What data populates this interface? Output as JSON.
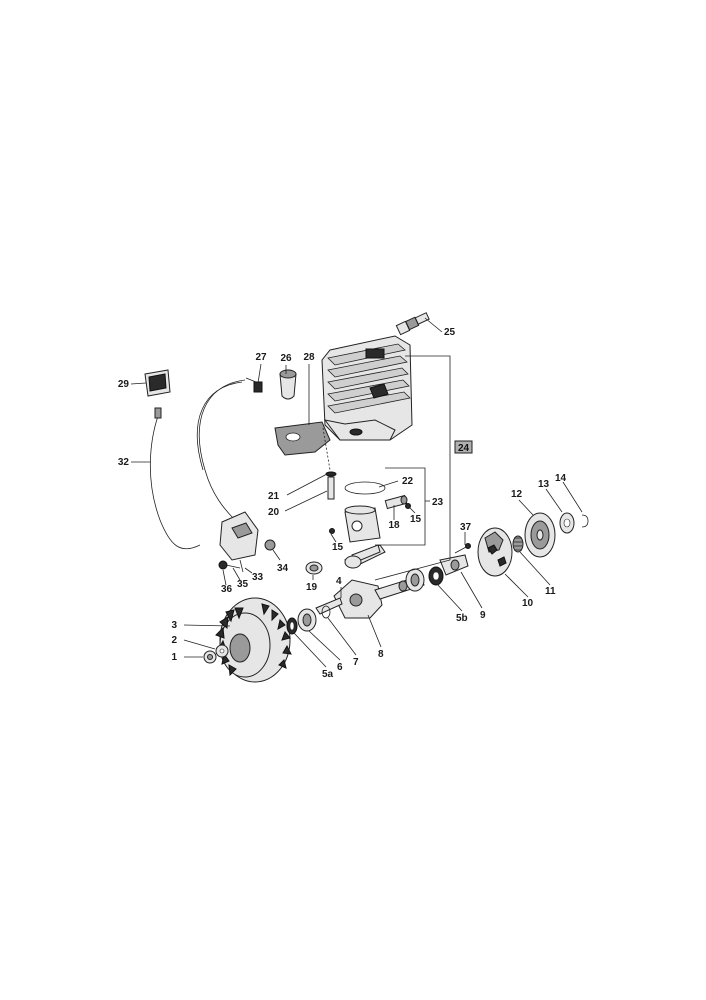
{
  "labels": {
    "l1": "1",
    "l2": "2",
    "l3": "3",
    "l4": "4",
    "l5a": "5a",
    "l5b": "5b",
    "l6": "6",
    "l7": "7",
    "l8": "8",
    "l9": "9",
    "l10": "10",
    "l11": "11",
    "l12": "12",
    "l13": "13",
    "l14": "14",
    "l15a": "15",
    "l15b": "15",
    "l18": "18",
    "l19": "19",
    "l20": "20",
    "l21": "21",
    "l22": "22",
    "l23": "23",
    "l24": "24",
    "l25": "25",
    "l26": "26",
    "l27": "27",
    "l28": "28",
    "l29": "29",
    "l32": "32",
    "l33": "33",
    "l34": "34",
    "l35": "35",
    "l36": "36",
    "l37": "37"
  },
  "colors": {
    "line": "#222222",
    "part_light": "#e6e6e6",
    "part_dark": "#2a2a2a",
    "box_fill": "#b0b0b0"
  }
}
